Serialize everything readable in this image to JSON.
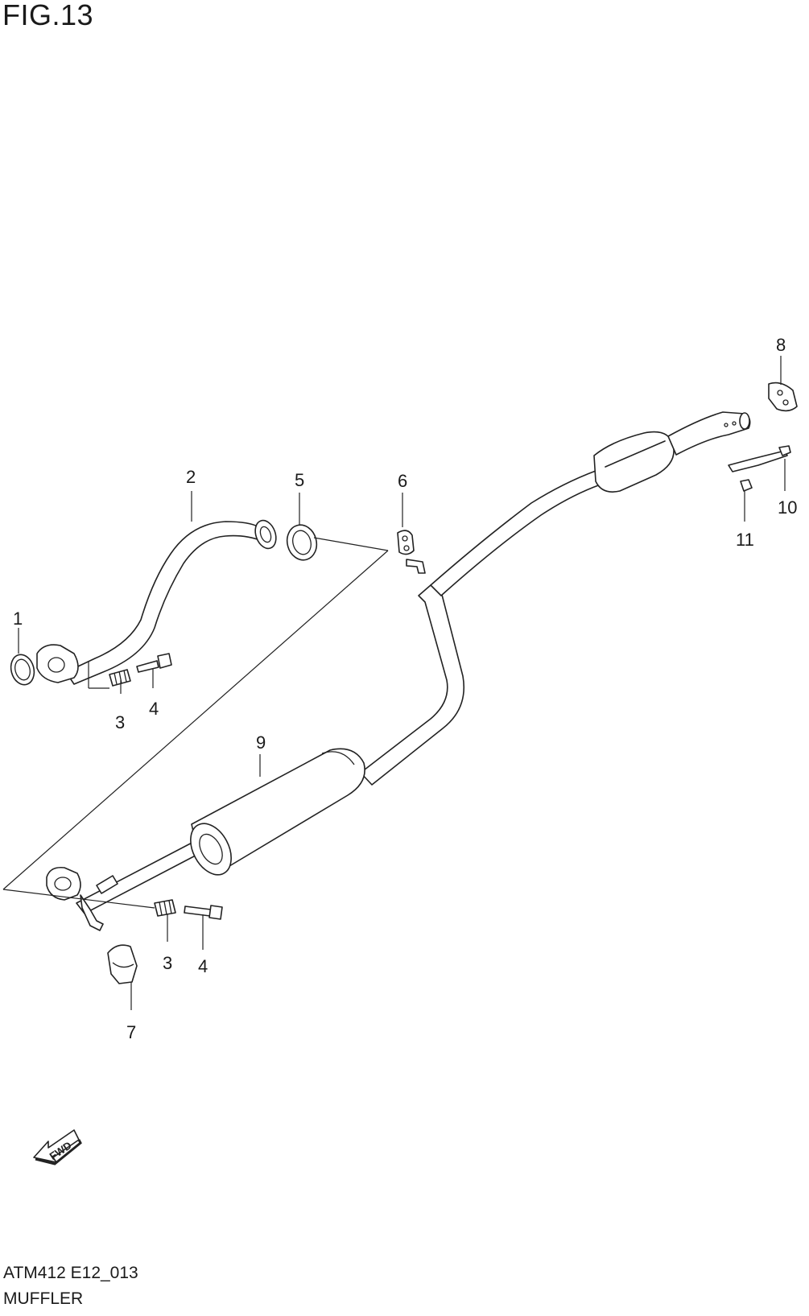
{
  "figure": {
    "title": "FIG.13"
  },
  "footer": {
    "code": "ATM412 E12_013",
    "name": "MUFFLER"
  },
  "fwd_arrow": {
    "label": "FWD"
  },
  "callouts": [
    {
      "id": "c1",
      "label": "1"
    },
    {
      "id": "c2",
      "label": "2"
    },
    {
      "id": "c3a",
      "label": "3"
    },
    {
      "id": "c4a",
      "label": "4"
    },
    {
      "id": "c5",
      "label": "5"
    },
    {
      "id": "c6",
      "label": "6"
    },
    {
      "id": "c9",
      "label": "9"
    },
    {
      "id": "c3b",
      "label": "3"
    },
    {
      "id": "c4b",
      "label": "4"
    },
    {
      "id": "c7",
      "label": "7"
    },
    {
      "id": "c8",
      "label": "8"
    },
    {
      "id": "c10",
      "label": "10"
    },
    {
      "id": "c11",
      "label": "11"
    }
  ]
}
